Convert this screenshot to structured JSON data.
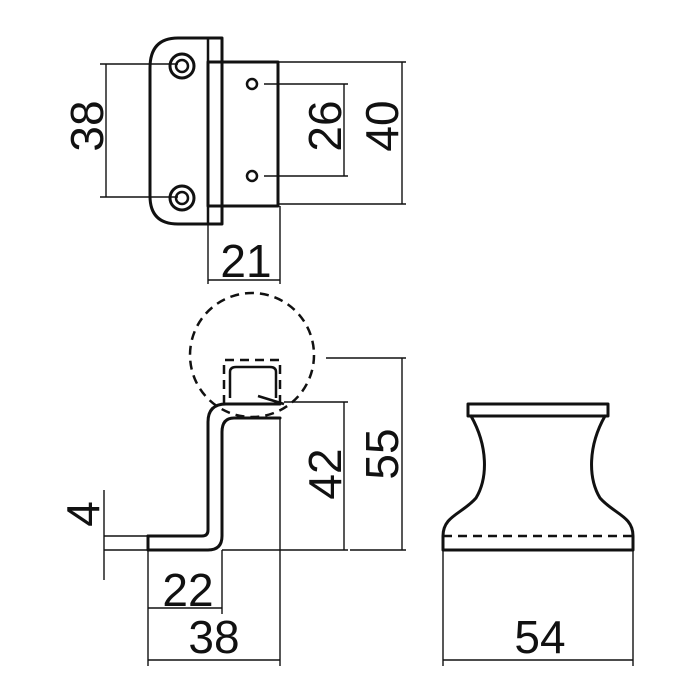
{
  "dimensions": {
    "top_height_38": "38",
    "hole_spacing_26": "26",
    "top_height_40": "40",
    "plate_width_21": "21",
    "side_height_55": "55",
    "side_height_42": "42",
    "thickness_4": "4",
    "foot_length_22": "22",
    "side_width_38": "38",
    "front_width_54": "54"
  },
  "colors": {
    "line": "#111111",
    "background": "#ffffff"
  }
}
